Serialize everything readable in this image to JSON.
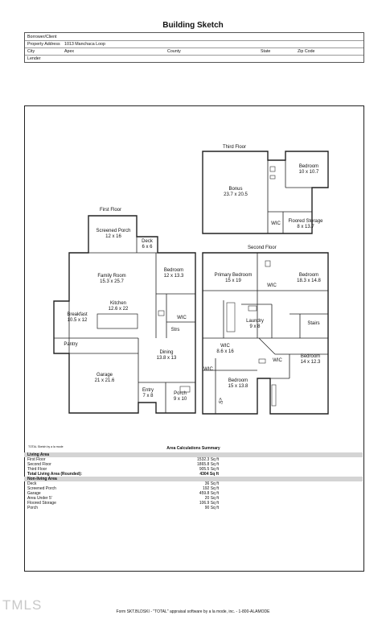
{
  "title": "Building Sketch",
  "header": {
    "borrower_label": "Borrower/Client",
    "address_label": "Property Address",
    "address_value": "1013 Manchaca Loop",
    "city_label": "City",
    "city_value": "Apex",
    "county_label": "County",
    "state_label": "State",
    "zip_label": "Zip Code",
    "lender_label": "Lender"
  },
  "floors": {
    "third": "Third Floor",
    "first": "First Floor",
    "second": "Second Floor"
  },
  "rooms": {
    "bonus_name": "Bonus",
    "bonus_dim": "23.7 x 20.5",
    "bed3_name": "Bedroom",
    "bed3_dim": "10 x 10.7",
    "wic3": "WIC",
    "floored_name": "Floored Storage",
    "floored_dim": "8 x 13.7",
    "screened_name": "Screened Porch",
    "screened_dim": "12 x 16",
    "deck_name": "Deck",
    "deck_dim": "6 x 6",
    "family_name": "Family Room",
    "family_dim": "15.3 x 25.7",
    "bed1_name": "Bedroom",
    "bed1_dim": "12 x 13.3",
    "kitchen_name": "Kitchen",
    "kitchen_dim": "12.6 x 22",
    "breakfast_name": "Breakfast",
    "breakfast_dim": "10.5 x 12",
    "wic1": "WIC",
    "strs": "Strs",
    "pantry": "Pantry",
    "dining_name": "Dining",
    "dining_dim": "13.8 x 13",
    "garage_name": "Garage",
    "garage_dim": "21 x 21.6",
    "entry_name": "Entry",
    "entry_dim": "7 x 8",
    "porch_name": "Porch",
    "porch_dim": "9 x 10",
    "primary_name": "Primary Bedroom",
    "primary_dim": "15 x 19",
    "bed2a_name": "Bedroom",
    "bed2a_dim": "18.3 x 14.8",
    "wic2a": "WIC",
    "laundry_name": "Laundry",
    "laundry_dim": "9 x 8",
    "stairs": "Stairs",
    "wic2b_name": "WIC",
    "wic2b_dim": "8.6 x 16",
    "bed2b_name": "Bedroom",
    "bed2b_dim": "14 x 12.3",
    "wic2c": "WIC",
    "wic2d": "WIC",
    "bed2c_name": "Bedroom",
    "bed2c_dim": "15 x 13.8",
    "under5": "<5'"
  },
  "summary": {
    "software": "TOTAL Sketch by a la mode",
    "title": "Area Calculations Summary",
    "living_header": "Living Area",
    "living": [
      {
        "name": "First Floor",
        "value": "1532.3 Sq ft"
      },
      {
        "name": "Second Floor",
        "value": "1865.8 Sq ft"
      },
      {
        "name": "Third Floor",
        "value": "905.5 Sq ft"
      }
    ],
    "total_name": "Total Living Area (Rounded):",
    "total_value": "4304 Sq ft",
    "non_living_header": "Non-living Area",
    "non_living": [
      {
        "name": "Deck",
        "value": "36 Sq ft"
      },
      {
        "name": "Screened Porch",
        "value": "192 Sq ft"
      },
      {
        "name": "Garage",
        "value": "459.8 Sq ft"
      },
      {
        "name": "Area Under 5'",
        "value": "20 Sq ft"
      },
      {
        "name": "Floored Storage",
        "value": "106.9 Sq ft"
      },
      {
        "name": "Porch",
        "value": "90 Sq ft"
      }
    ]
  },
  "footer": "Form SKT.BLDSKI - \"TOTAL\" appraisal software by a la mode, inc. - 1-800-ALAMODE",
  "logo": "TMLS"
}
